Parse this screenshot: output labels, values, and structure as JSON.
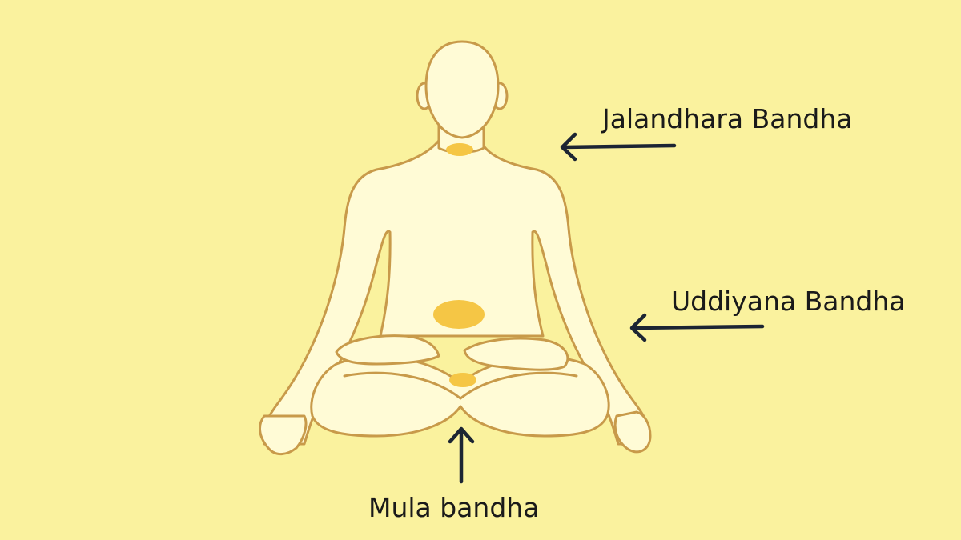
{
  "colors": {
    "background": "#faf29e",
    "body_fill": "#fffbd6",
    "outline": "#c89a4a",
    "point": "#f5c645",
    "arrow": "#1c2533"
  },
  "labels": {
    "jalandhara": "Jalandhara Bandha",
    "uddiyana": "Uddiyana Bandha",
    "mula": "Mula bandha"
  }
}
